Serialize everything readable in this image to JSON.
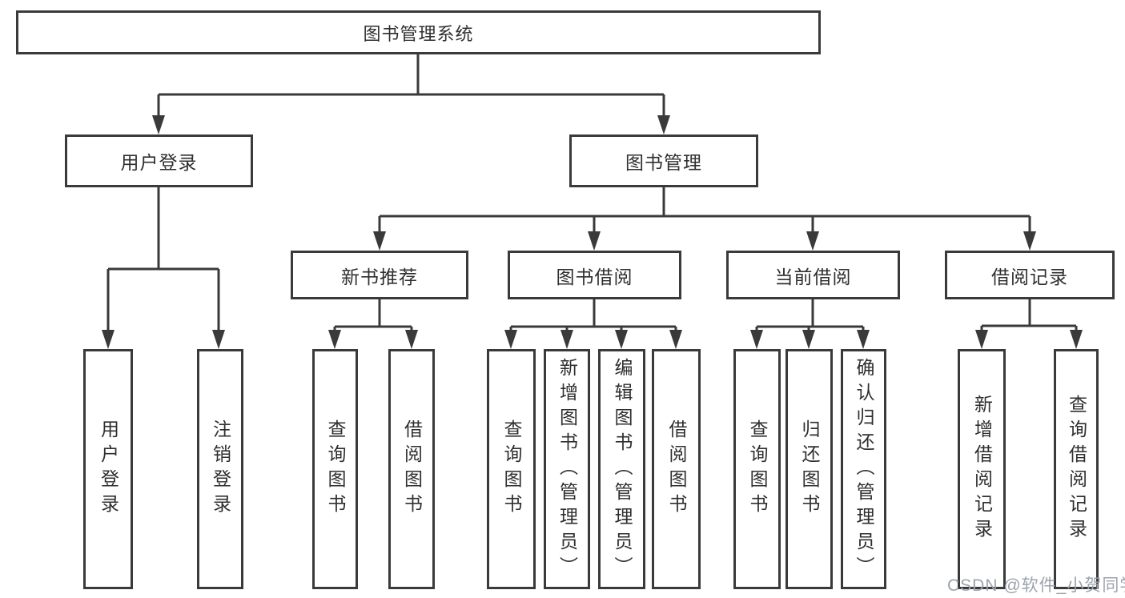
{
  "diagram": {
    "type": "tree",
    "line_color": "#3a3a3a",
    "box_fill": "#ffffff",
    "text_color": "#2f2f2f"
  },
  "nodes": [
    {
      "id": "root",
      "label": "图书管理系统",
      "level": 1
    },
    {
      "id": "user-login",
      "label": "用户登录",
      "level": 2
    },
    {
      "id": "book-management",
      "label": "图书管理",
      "level": 2
    },
    {
      "id": "new-book-recommend",
      "label": "新书推荐",
      "level": 3
    },
    {
      "id": "book-borrowing",
      "label": "图书借阅",
      "level": 3
    },
    {
      "id": "current-borrowing",
      "label": "当前借阅",
      "level": 3
    },
    {
      "id": "borrowing-records",
      "label": "借阅记录",
      "level": 3
    },
    {
      "id": "leaf-user-login",
      "label": "用户登录",
      "level": 4,
      "parent": "user-login"
    },
    {
      "id": "leaf-logout",
      "label": "注销登录",
      "level": 4,
      "parent": "user-login"
    },
    {
      "id": "leaf-query-books-1",
      "label": "查询图书",
      "level": 4,
      "parent": "new-book-recommend"
    },
    {
      "id": "leaf-borrow-books-1",
      "label": "借阅图书",
      "level": 4,
      "parent": "new-book-recommend"
    },
    {
      "id": "leaf-query-books-2",
      "label": "查询图书",
      "level": 4,
      "parent": "book-borrowing"
    },
    {
      "id": "leaf-add-books",
      "label": "新增图书（管理员）",
      "level": 4,
      "parent": "book-borrowing"
    },
    {
      "id": "leaf-edit-books",
      "label": "编辑图书（管理员）",
      "level": 4,
      "parent": "book-borrowing"
    },
    {
      "id": "leaf-borrow-books-2",
      "label": "借阅图书",
      "level": 4,
      "parent": "book-borrowing"
    },
    {
      "id": "leaf-query-books-3",
      "label": "查询图书",
      "level": 4,
      "parent": "current-borrowing"
    },
    {
      "id": "leaf-return-books",
      "label": "归还图书",
      "level": 4,
      "parent": "current-borrowing"
    },
    {
      "id": "leaf-confirm-return",
      "label": "确认归还（管理员）",
      "level": 4,
      "parent": "current-borrowing"
    },
    {
      "id": "leaf-add-record",
      "label": "新增借阅记录",
      "level": 4,
      "parent": "borrowing-records"
    },
    {
      "id": "leaf-query-record",
      "label": "查询借阅记录",
      "level": 4,
      "parent": "borrowing-records"
    }
  ],
  "watermark": {
    "text": "CSDN @软件_小贺同学",
    "color": "#9ba3ad"
  }
}
